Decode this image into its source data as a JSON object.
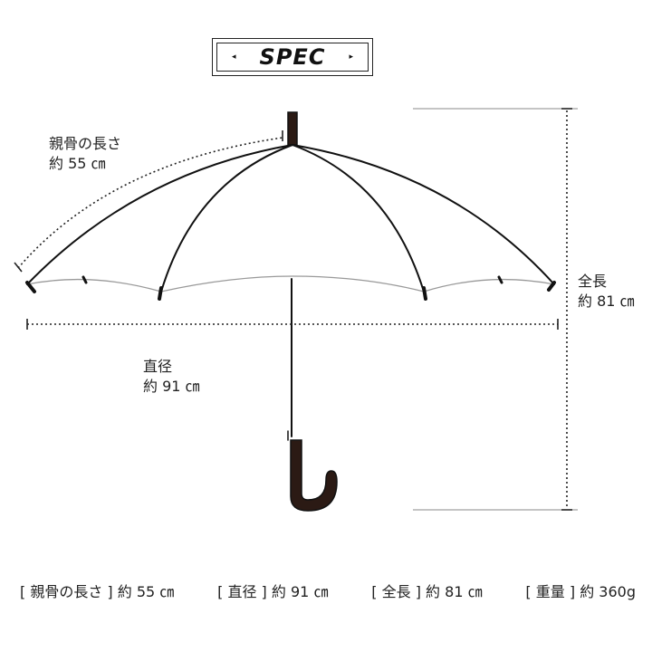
{
  "header": {
    "title": "SPEC",
    "left_arrow": "◂",
    "right_arrow": "▸"
  },
  "annotations": {
    "rib": {
      "name": "親骨の長さ",
      "value": "約 55 ㎝"
    },
    "diameter": {
      "name": "直径",
      "value": "約 91 ㎝"
    },
    "total_length": {
      "name": "全長",
      "value": "約 81 ㎝"
    }
  },
  "specs": [
    {
      "name": "[ 親骨の長さ ]",
      "value": "約 55 ㎝"
    },
    {
      "name": "[ 直径 ]",
      "value": "約 91 ㎝"
    },
    {
      "name": "[ 全長 ]",
      "value": "約 81 ㎝"
    },
    {
      "name": "[ 重量 ]",
      "value": "約 360g"
    }
  ],
  "icons": {
    "umbrella": "umbrella-illustration"
  }
}
